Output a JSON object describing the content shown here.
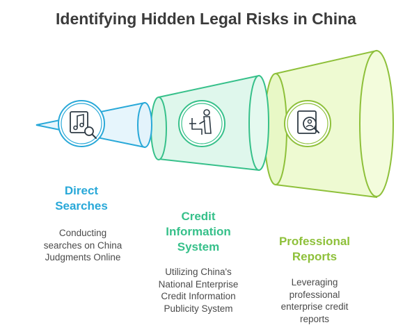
{
  "title": "Identifying Hidden Legal Risks in China",
  "colors": {
    "blue": "#28a8d8",
    "green": "#36c08a",
    "lime": "#8ec03a"
  },
  "stages": [
    {
      "icon": "music-note-search-icon",
      "label_lines": [
        "Direct",
        "Searches"
      ],
      "desc_lines": [
        "Conducting",
        "searches on China",
        "Judgments Online"
      ]
    },
    {
      "icon": "person-at-desk-icon",
      "label_lines": [
        "Credit",
        "Information",
        "System"
      ],
      "desc_lines": [
        "Utilizing China's",
        "National Enterprise",
        "Credit Information",
        "Publicity System"
      ]
    },
    {
      "icon": "report-magnifier-icon",
      "label_lines": [
        "Professional",
        "Reports"
      ],
      "desc_lines": [
        "Leveraging",
        "professional",
        "enterprise credit",
        "reports"
      ]
    }
  ]
}
